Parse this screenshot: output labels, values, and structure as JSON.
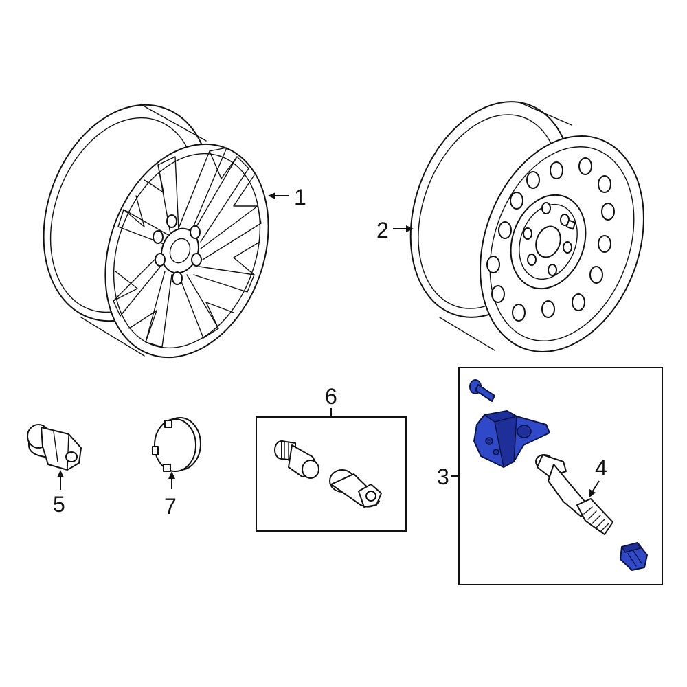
{
  "diagram": {
    "callouts": [
      {
        "id": "1",
        "part": "alloy-wheel"
      },
      {
        "id": "2",
        "part": "steel-spare-wheel"
      },
      {
        "id": "3",
        "part": "tpms-sensor-kit"
      },
      {
        "id": "4",
        "part": "valve-stem"
      },
      {
        "id": "5",
        "part": "lug-nut"
      },
      {
        "id": "6",
        "part": "wheel-lock-kit"
      },
      {
        "id": "7",
        "part": "center-cap"
      }
    ],
    "colors": {
      "line": "#111111",
      "highlight": "#2f49c8",
      "highlight_dark": "#1e2f99",
      "background": "#ffffff"
    }
  }
}
